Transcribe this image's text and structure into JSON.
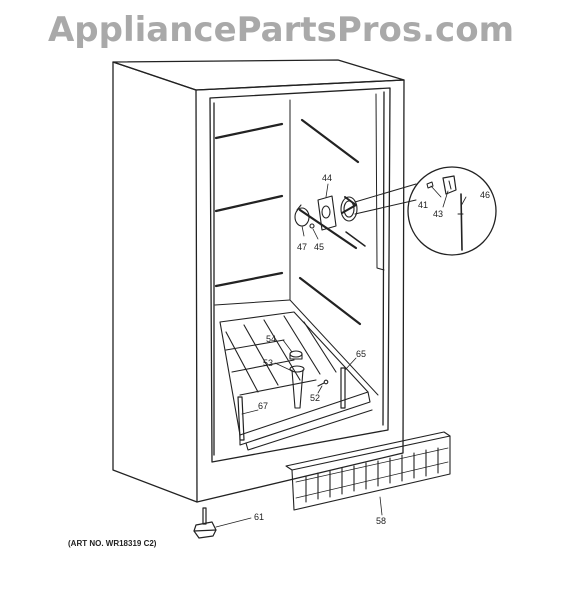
{
  "watermark": "AppliancePartsPros.com",
  "art_number": "(ART NO. WR18319 C2)",
  "callouts": {
    "c41": "41",
    "c43": "43",
    "c44": "44",
    "c45": "45",
    "c46": "46",
    "c47": "47",
    "c52": "52",
    "c53": "53",
    "c54": "54",
    "c58": "58",
    "c61": "61",
    "c65": "65",
    "c67": "67"
  }
}
